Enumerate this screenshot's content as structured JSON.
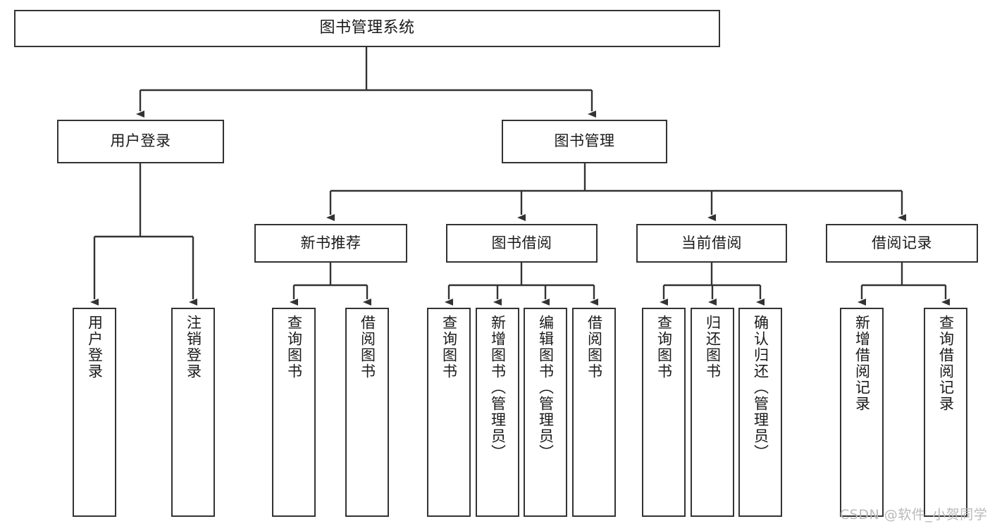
{
  "diagram": {
    "title": "图书管理系统",
    "type": "tree-hierarchy-chart",
    "root": {
      "label": "图书管理系统"
    },
    "level2": [
      {
        "label": "用户登录"
      },
      {
        "label": "图书管理"
      }
    ],
    "level3": [
      {
        "label": "新书推荐"
      },
      {
        "label": "图书借阅"
      },
      {
        "label": "当前借阅"
      },
      {
        "label": "借阅记录"
      }
    ],
    "leaves": {
      "user_login": [
        {
          "label": "用户登录"
        },
        {
          "label": "注销登录"
        }
      ],
      "new_book_recommend": [
        {
          "label": "查询图书"
        },
        {
          "label": "借阅图书"
        }
      ],
      "book_borrow": [
        {
          "label": "查询图书"
        },
        {
          "label": "新增图书（管理员）"
        },
        {
          "label": "编辑图书（管理员）"
        },
        {
          "label": "借阅图书"
        }
      ],
      "current_borrow": [
        {
          "label": "查询图书"
        },
        {
          "label": "归还图书"
        },
        {
          "label": "确认归还（管理员）"
        }
      ],
      "borrow_record": [
        {
          "label": "新增借阅记录"
        },
        {
          "label": "查询借阅记录"
        }
      ]
    }
  },
  "watermark": {
    "text": "CSDN @软件_小贺同学"
  },
  "colors": {
    "box_border": "#333333",
    "box_fill": "#ffffff",
    "edge": "#333333",
    "text": "#1a1a1a",
    "watermark": "#b9b9b9"
  }
}
